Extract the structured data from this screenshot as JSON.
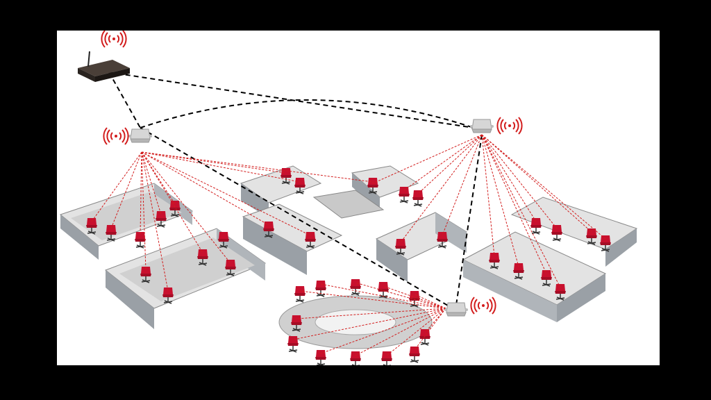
{
  "diagram": {
    "description_free": true,
    "colors": {
      "background": "#000000",
      "canvas": "#ffffff",
      "backbone_link": "#000000",
      "wireless_link": "#d21c1c",
      "signal": "#d21c1c",
      "chair": "#c8102e",
      "cubicle_panel": "#9aa0a6",
      "desk": "#d9d9d9",
      "router": "#2a2420",
      "access_point": "#cfcfcf"
    },
    "icons": [
      "router-icon",
      "access-point-icon",
      "wifi-signal-icon",
      "office-chair-icon",
      "cubicle-cluster-icon",
      "conference-table-icon"
    ],
    "nodes": [
      {
        "id": "router",
        "kind": "router"
      },
      {
        "id": "ap-left",
        "kind": "access-point"
      },
      {
        "id": "ap-right",
        "kind": "access-point"
      },
      {
        "id": "ap-bottom",
        "kind": "access-point"
      }
    ],
    "backbone_links": [
      {
        "from": "router",
        "to": "ap-right"
      },
      {
        "from": "router",
        "to": "ap-left"
      },
      {
        "from": "ap-left",
        "to": "ap-right"
      },
      {
        "from": "ap-left",
        "to": "ap-bottom"
      },
      {
        "from": "ap-right",
        "to": "ap-bottom"
      }
    ],
    "wireless_groups": [
      {
        "access_point": "ap-left",
        "serves": [
          "cubicles-left-top",
          "cubicles-left-bottom",
          "cubicles-center"
        ]
      },
      {
        "access_point": "ap-right",
        "serves": [
          "cubicles-center",
          "cubicles-right"
        ]
      },
      {
        "access_point": "ap-bottom",
        "serves": [
          "conference-table"
        ]
      }
    ]
  }
}
